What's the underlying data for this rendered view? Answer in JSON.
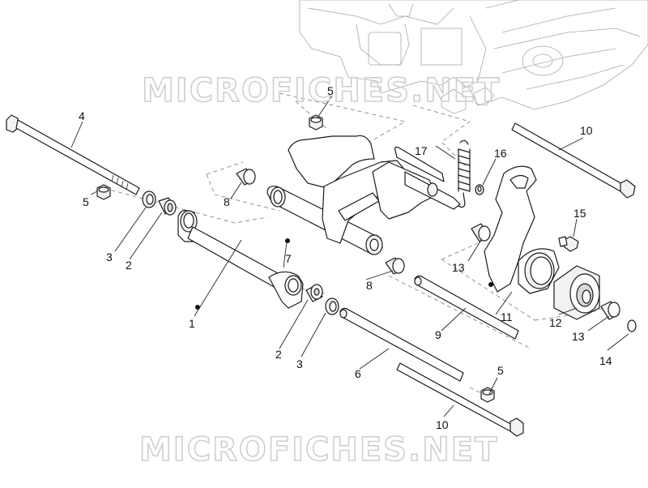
{
  "watermark": {
    "top": "MICROFICHES.NET",
    "bottom": "MICROFICHES.NET"
  },
  "callouts": {
    "c1": "1",
    "c2a": "2",
    "c2b": "2",
    "c3a": "3",
    "c3b": "3",
    "c4": "4",
    "c5a": "5",
    "c5b": "5",
    "c5c": "5",
    "c6": "6",
    "c7": "7",
    "c8a": "8",
    "c8b": "8",
    "c9": "9",
    "c10a": "10",
    "c10b": "10",
    "c11": "11",
    "c12": "12",
    "c13a": "13",
    "c13b": "13",
    "c14": "14",
    "c15": "15",
    "c16": "16",
    "c17": "17"
  },
  "colors": {
    "line": "#1a1a1a",
    "engine": "#a8a8a8",
    "watermark": "#cfcfcf",
    "background": "#ffffff"
  }
}
